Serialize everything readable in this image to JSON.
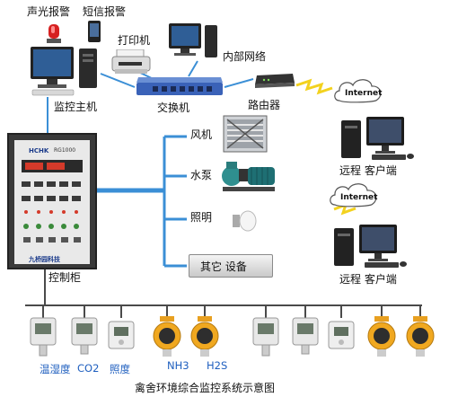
{
  "labels": {
    "sound_light_alarm": "声光报警",
    "sms_alarm": "短信报警",
    "printer": "打印机",
    "internal_network": "内部网络",
    "monitor_host": "监控主机",
    "switch": "交换机",
    "router": "路由器",
    "fan": "风机",
    "pump": "水泵",
    "lighting": "照明",
    "other_equipment": "其它 设备",
    "control_cabinet": "控制柜",
    "remote_client_1": "远程 客户端",
    "remote_client_2": "远程 客户端",
    "internet_1": "Internet",
    "internet_2": "Internet",
    "cabinet_brand": "HCHK",
    "cabinet_model": "RG1000",
    "cabinet_footer": "九桥园科技"
  },
  "sensors": {
    "temp_humidity": "温湿度",
    "co2": "CO2",
    "illuminance": "照度",
    "nh3": "NH3",
    "h2s": "H2S"
  },
  "caption": "禽舍环境综合监控系统示意图",
  "colors": {
    "line_blue": "#3b8fd6",
    "label_blue": "#1f5fbf",
    "bus_dark": "#4a4a4a",
    "zigzag_yellow": "#f3d21e"
  }
}
